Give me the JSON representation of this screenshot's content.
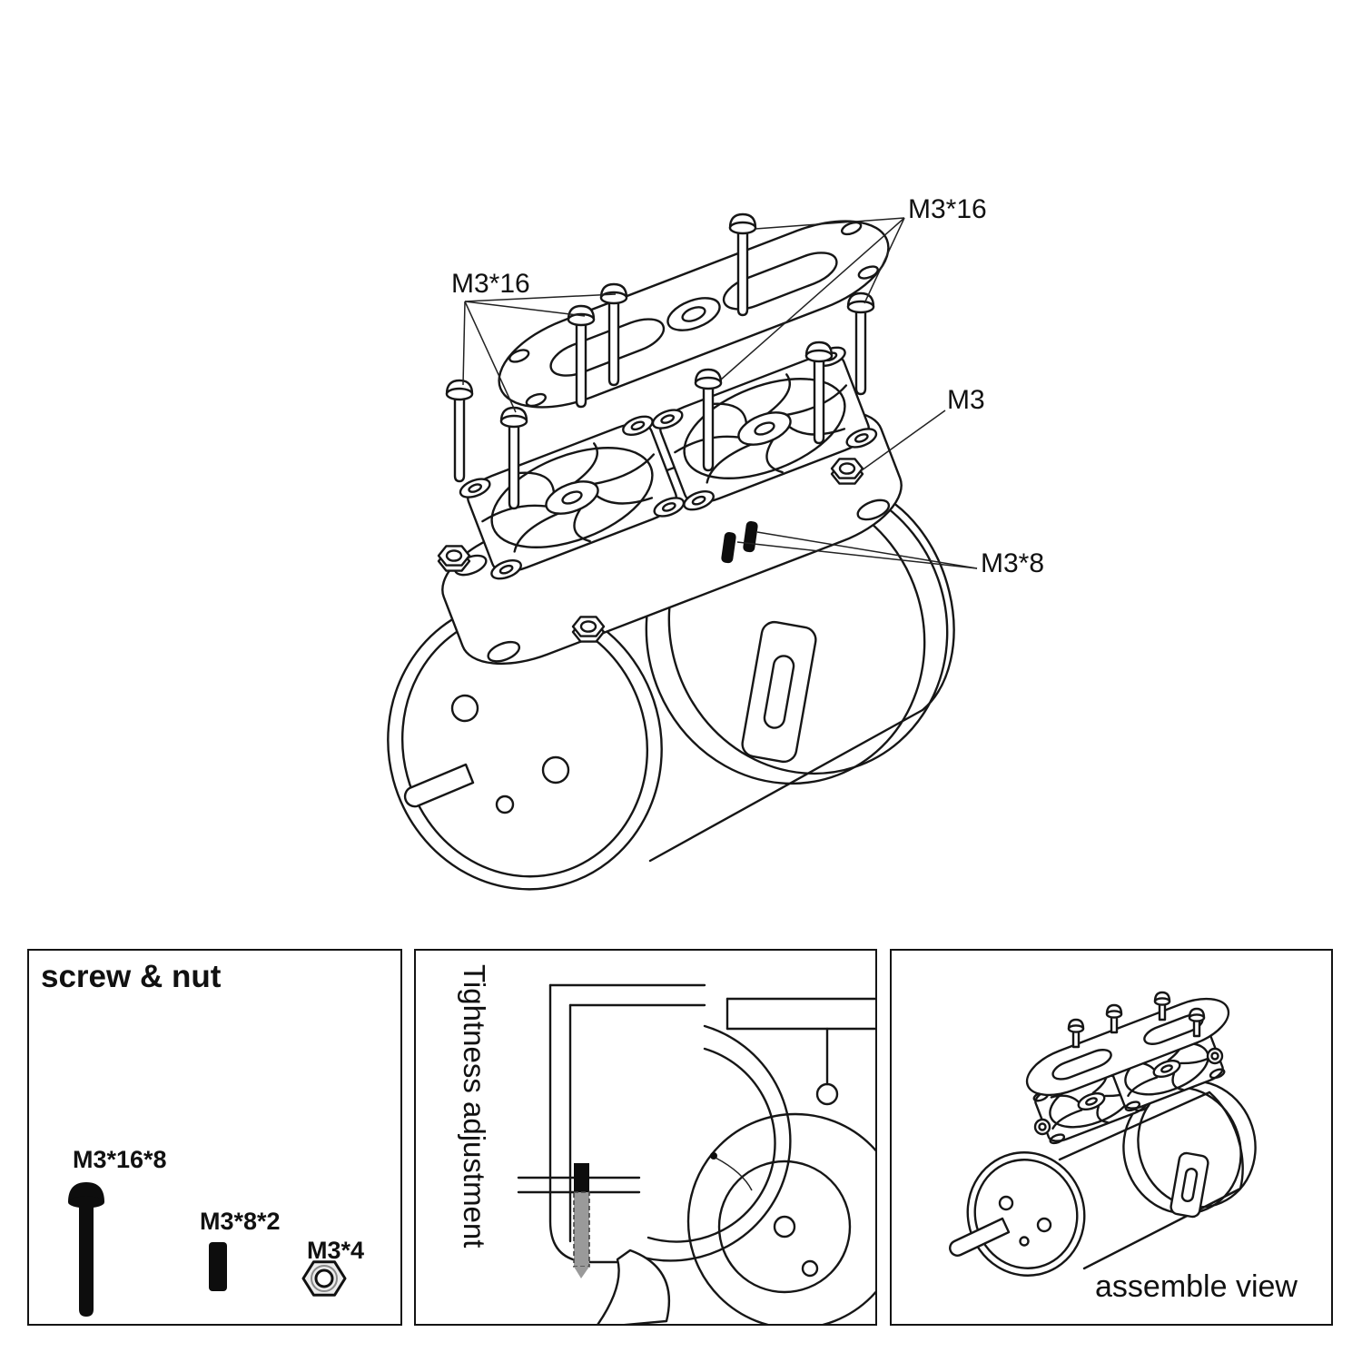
{
  "figure": {
    "type": "exploded-assembly-diagram",
    "callouts": {
      "screws_top_right": "M3*16",
      "screws_left": "M3*16",
      "nut": "M3",
      "standoff": "M3*8"
    }
  },
  "panels": {
    "screw_nut": {
      "title": "screw & nut",
      "items": [
        {
          "label": "M3*16*8",
          "icon": "button-head-screw-icon"
        },
        {
          "label": "M3*8*2",
          "icon": "standoff-icon"
        },
        {
          "label": "M3*4",
          "icon": "hex-nut-icon"
        }
      ]
    },
    "tightness": {
      "title": "Tightness adjustment"
    },
    "assemble": {
      "caption": "assemble view"
    }
  },
  "colors": {
    "line": "#161616",
    "background": "#ffffff",
    "part_fill": "#0d0d0d"
  }
}
